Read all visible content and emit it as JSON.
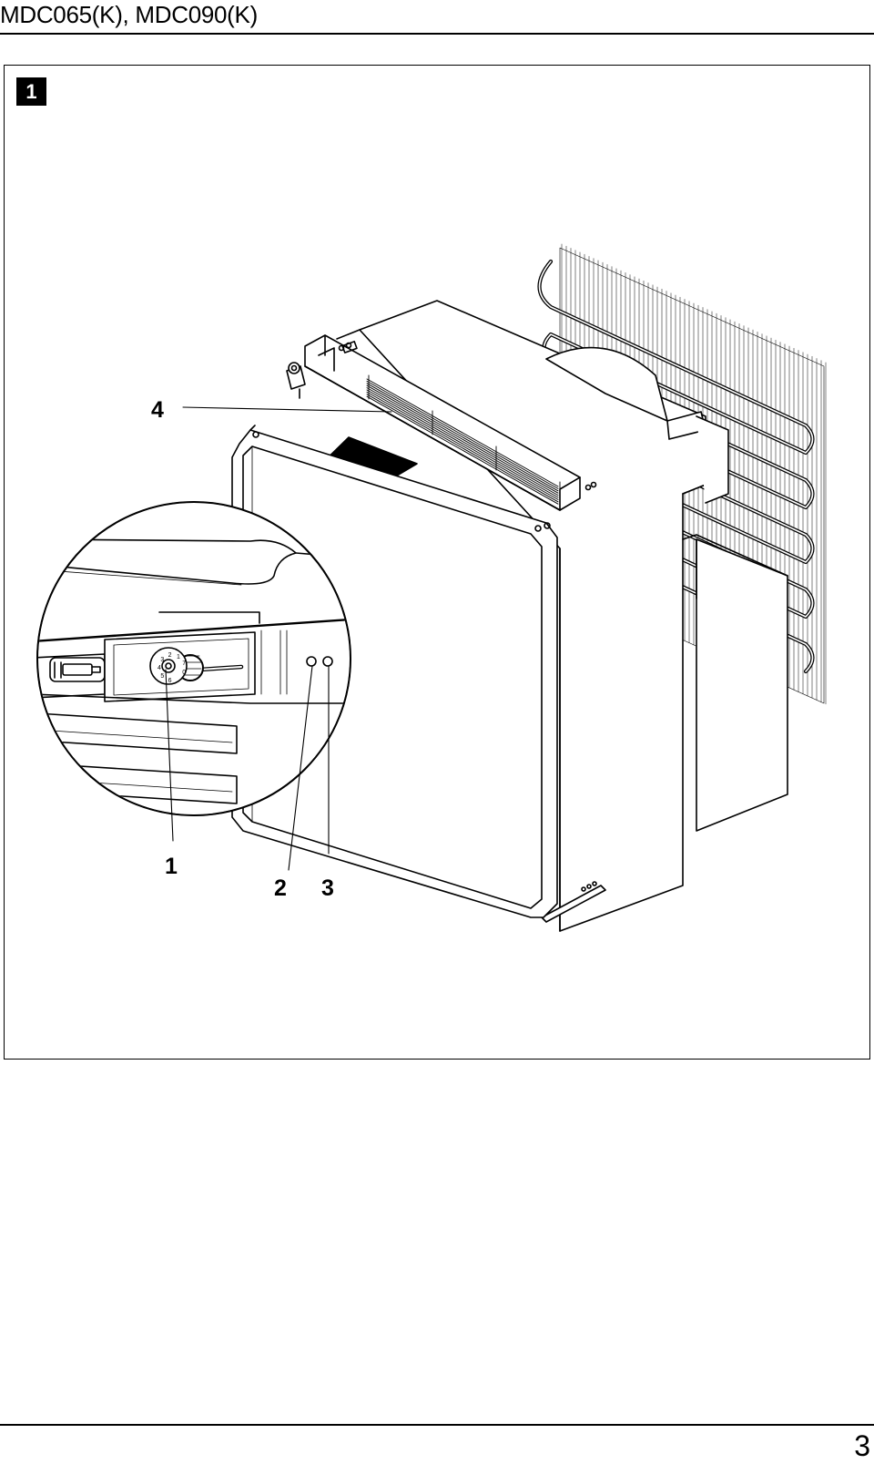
{
  "header": {
    "title": "MDC065(K), MDC090(K)"
  },
  "figure": {
    "badge": "1",
    "callouts": [
      "1",
      "2",
      "3",
      "4"
    ],
    "dial_digits": [
      "1",
      "2",
      "3",
      "4",
      "5",
      "6",
      "7",
      "0"
    ]
  },
  "footer": {
    "page_number": "3"
  }
}
